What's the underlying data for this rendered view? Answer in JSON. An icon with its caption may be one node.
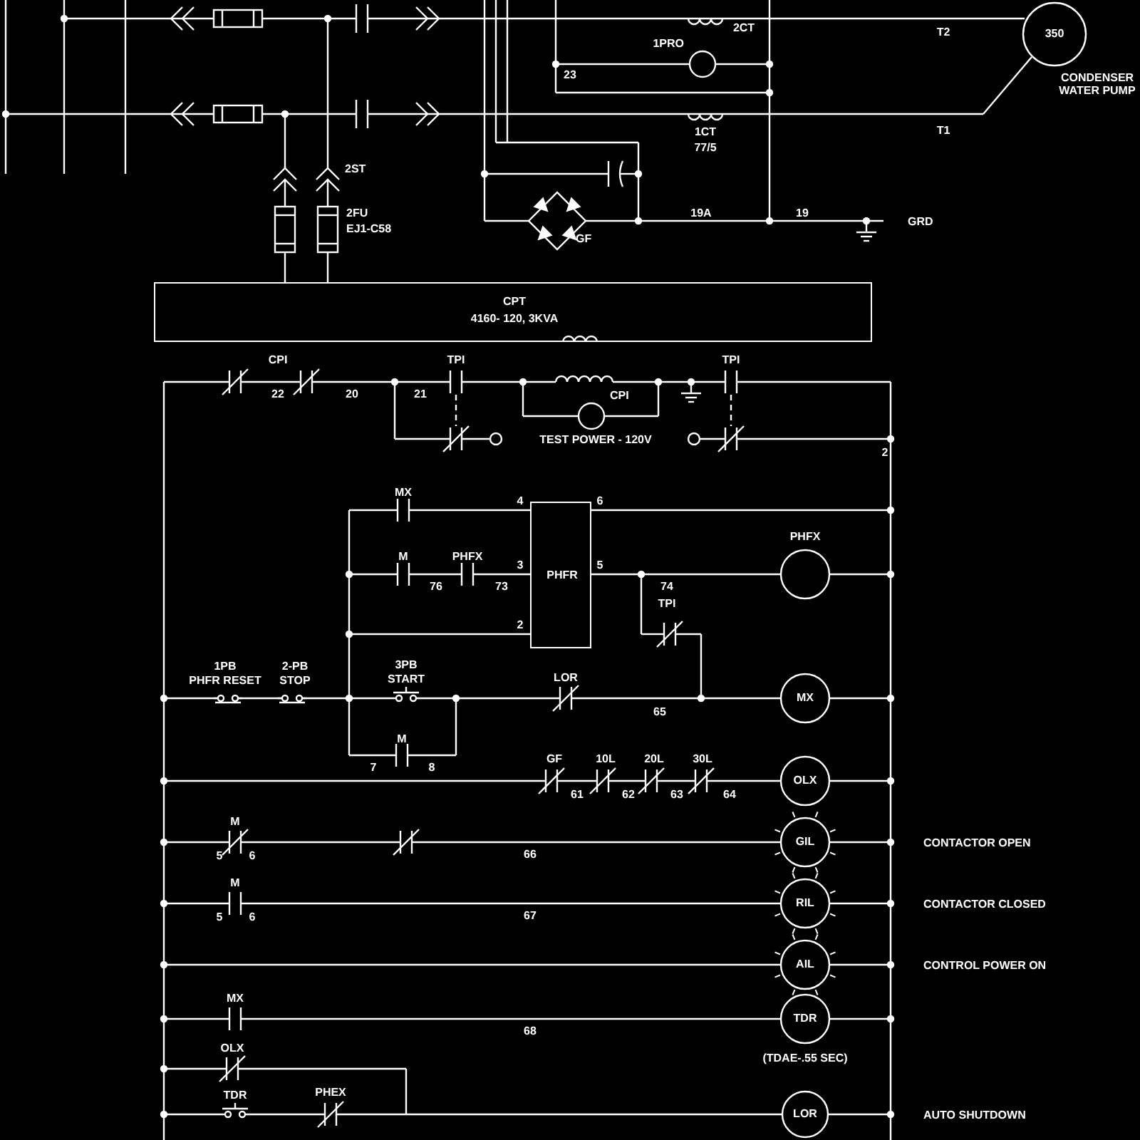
{
  "diagram": {
    "nodes": [
      {
        "text": [
          "350"
        ]
      },
      {
        "text": [
          "1PRO"
        ]
      },
      {
        "text": [
          "CPT",
          "4160- 120, 3KVA"
        ]
      },
      {
        "text": [
          "CPI"
        ]
      },
      {
        "text": [
          "PHFR"
        ]
      },
      {
        "text": [
          "PHFX"
        ]
      },
      {
        "text": [
          "MX"
        ]
      },
      {
        "text": [
          "OLX"
        ]
      },
      {
        "text": [
          "GIL"
        ]
      },
      {
        "text": [
          "RIL"
        ]
      },
      {
        "text": [
          "AIL"
        ]
      },
      {
        "text": [
          "TDR"
        ],
        "beside": [
          "(TDAE-.55 SEC)"
        ]
      },
      {
        "text": [
          "LOR"
        ]
      }
    ],
    "labels": [
      "2CT",
      "T2",
      "CONDENSER WATER PUMP",
      "23",
      "1CT",
      "77/5",
      "T1",
      "2ST",
      "2FU",
      "EJ1-C58",
      "19A",
      "19",
      "GRD",
      "GF",
      "CPI",
      "22",
      "20",
      "21",
      "TPI",
      "TPI",
      "TEST POWER - 120V",
      "2",
      "MX",
      "4",
      "6",
      "M",
      "PHFX",
      "76",
      "73",
      "3",
      "5",
      "74",
      "TPI",
      "2",
      "1PB",
      "PHFR RESET",
      "2-PB",
      "STOP",
      "3PB",
      "START",
      "LOR",
      "65",
      "M",
      "7",
      "8",
      "GF",
      "10L",
      "20L",
      "30L",
      "61",
      "62",
      "63",
      "64",
      "M",
      "5",
      "6",
      "66",
      "CONTACTOR OPEN",
      "M",
      "5",
      "6",
      "67",
      "CONTACTOR CLOSED",
      "CONTROL POWER ON",
      "MX",
      "68",
      "OLX",
      "TDR",
      "PHEX",
      "AUTO SHUTDOWN"
    ]
  }
}
